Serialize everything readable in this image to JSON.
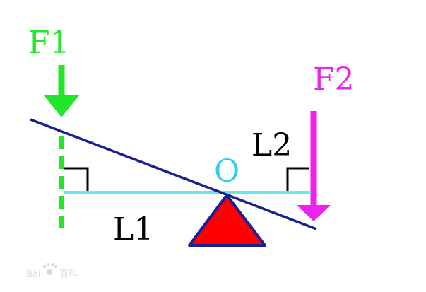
{
  "labels": {
    "f1": "F1",
    "f2": "F2",
    "l1": "L1",
    "l2": "L2",
    "pivot": "O"
  },
  "watermark": {
    "brand_left": "Bai",
    "brand_right": "百科"
  },
  "colors": {
    "f1": "#22e62a",
    "f2": "#ee22ee",
    "lever": "#1a1f93",
    "arm": "#66e8ee",
    "fulcrum_fill": "#ff0000",
    "fulcrum_stroke": "#1a1f93",
    "text": "#000000",
    "pivot_text": "#33ccee",
    "watermark": "#d9d9d9"
  }
}
